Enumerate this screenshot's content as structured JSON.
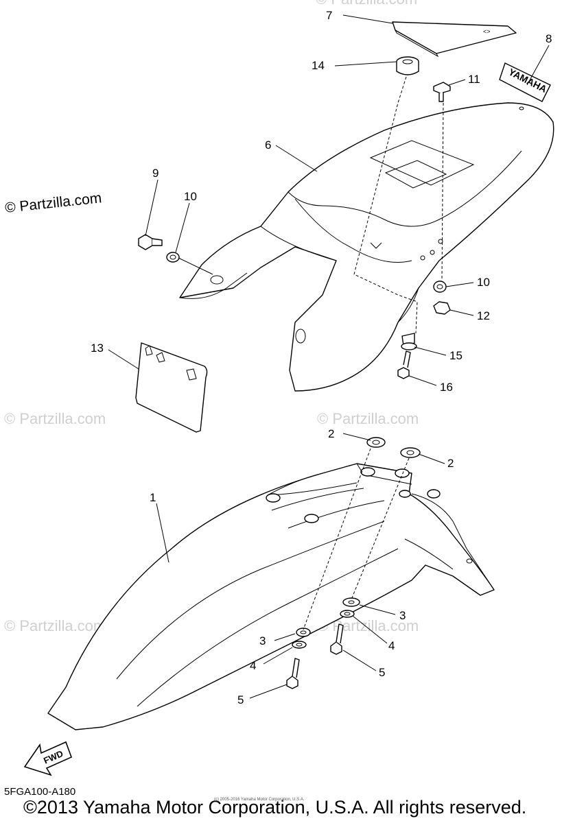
{
  "diagram": {
    "callouts": {
      "c1": "1",
      "c2a": "2",
      "c2b": "2",
      "c3a": "3",
      "c3b": "3",
      "c4a": "4",
      "c4b": "4",
      "c5a": "5",
      "c5b": "5",
      "c6": "6",
      "c7": "7",
      "c8": "8",
      "c9": "9",
      "c10a": "10",
      "c10b": "10",
      "c11": "11",
      "c12": "12",
      "c13": "13",
      "c14": "14",
      "c15": "15",
      "c16": "16"
    },
    "decal_text": "YAMAHA",
    "fwd_label": "FWD",
    "watermark": "© Partzilla.com",
    "diagram_code": "5FGA100-A180",
    "copyright": "©2013 Yamaha Motor Corporation, U.S.A. All rights reserved.",
    "tiny_note": "(c) 2005-2016 Yamaha Motor Corporation, U.S.A."
  }
}
